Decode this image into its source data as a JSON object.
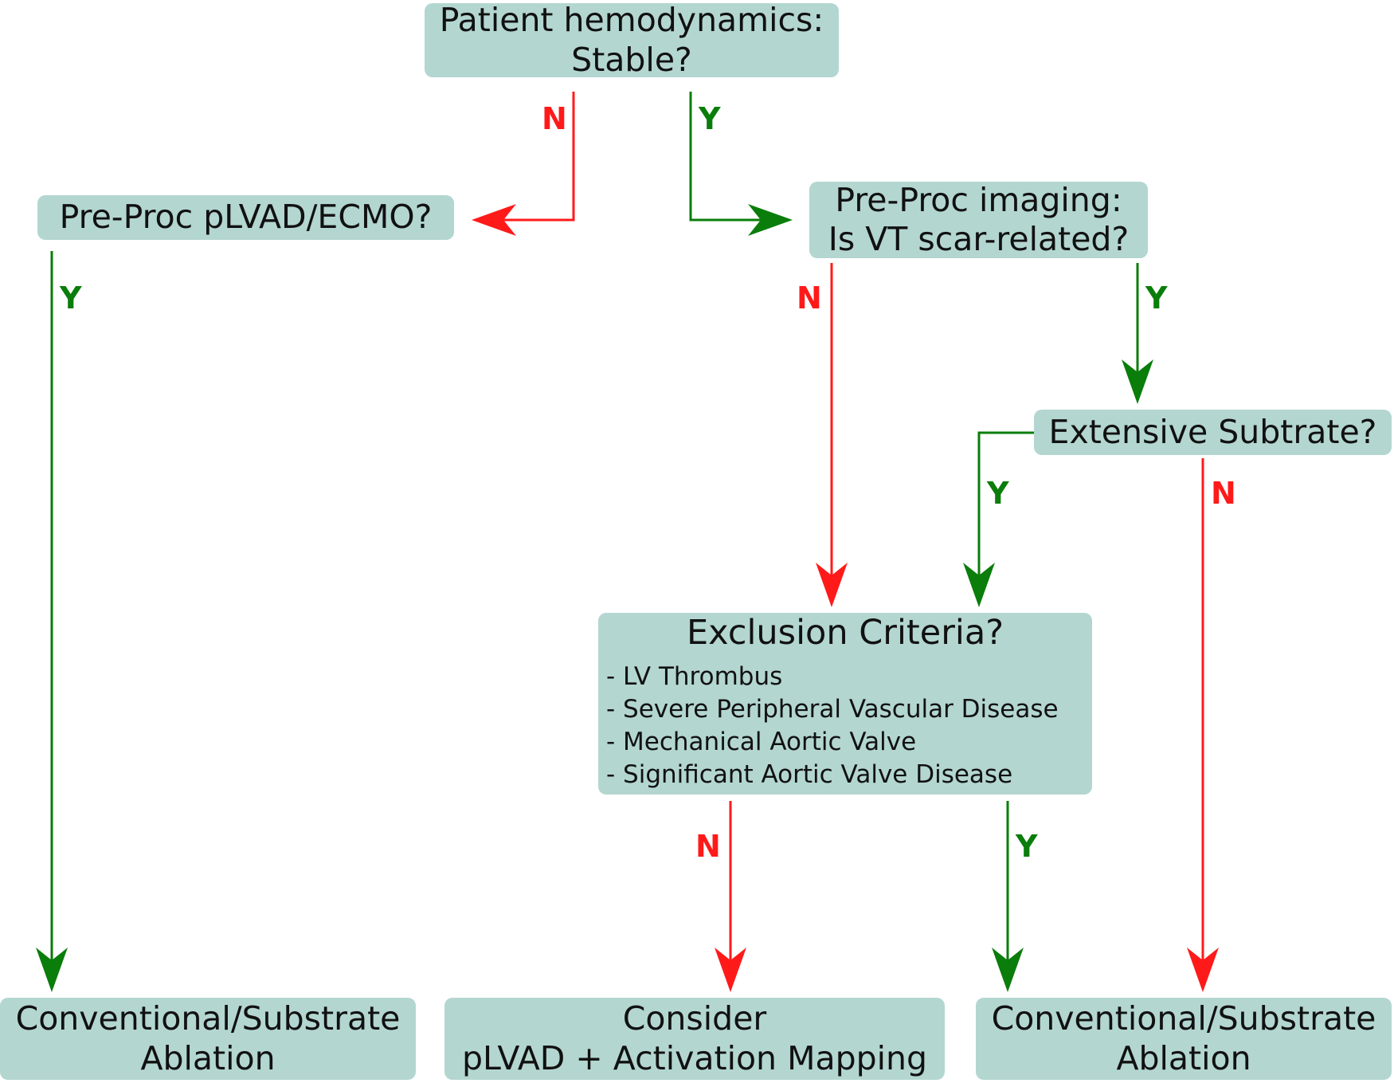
{
  "colors": {
    "box": "#b3d6d0",
    "yes": "#0a7d0a",
    "no": "#ff1a1a",
    "text": "#111111"
  },
  "nodes": {
    "hemodynamics": {
      "line1": "Patient hemodynamics:",
      "line2": "Stable?"
    },
    "preproc_support": {
      "text": "Pre-Proc pLVAD/ECMO?"
    },
    "preproc_imaging": {
      "line1": "Pre-Proc imaging:",
      "line2": "Is VT scar-related?"
    },
    "extensive_substrate": {
      "text": "Extensive Subtrate?"
    },
    "exclusion": {
      "title": "Exclusion Criteria?",
      "items": [
        "- LV Thrombus",
        "- Severe Peripheral Vascular Disease",
        "- Mechanical Aortic Valve",
        "- Significant Aortic Valve Disease"
      ]
    },
    "outcome_left": {
      "line1": "Conventional/Substrate",
      "line2": "Ablation"
    },
    "outcome_mid": {
      "line1": "Consider",
      "line2": "pLVAD + Activation Mapping"
    },
    "outcome_right": {
      "line1": "Conventional/Substrate",
      "line2": "Ablation"
    }
  },
  "edges": {
    "stable_no": "N",
    "stable_yes": "Y",
    "support_yes": "Y",
    "scar_no": "N",
    "scar_yes": "Y",
    "substrate_yes": "Y",
    "substrate_no": "N",
    "exclusion_no": "N",
    "exclusion_yes": "Y"
  }
}
